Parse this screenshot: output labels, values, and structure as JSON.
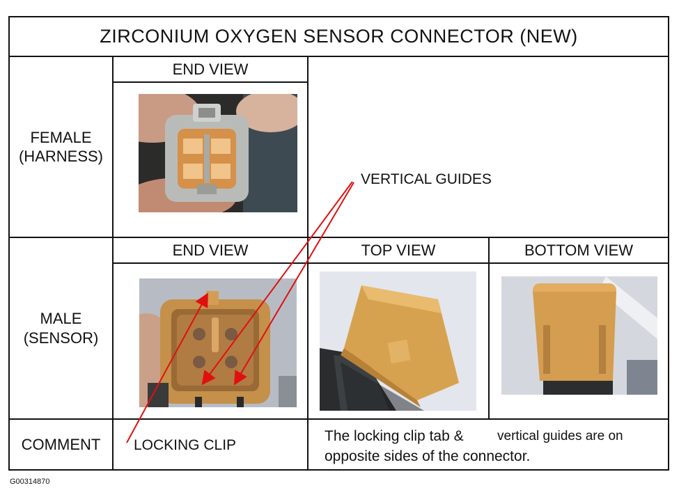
{
  "title": "ZIRCONIUM OXYGEN SENSOR CONNECTOR (NEW)",
  "rows": {
    "female": "FEMALE\n(HARNESS)",
    "male": "MALE\n(SENSOR)",
    "comment": "COMMENT"
  },
  "headers": {
    "female_end": "END VIEW",
    "male_end": "END VIEW",
    "male_top": "TOP VIEW",
    "male_bottom": "BOTTOM VIEW"
  },
  "callouts": {
    "vertical_guides": "VERTICAL GUIDES",
    "locking_clip": "LOCKING CLIP"
  },
  "comment_text": {
    "line1_a": "The locking clip tab &",
    "line1_b": "vertical guides are on",
    "line2": "opposite sides of the connector."
  },
  "figure_id": "G00314870",
  "colors": {
    "connector_orange": "#d8a04e",
    "arrow_red": "#e01010",
    "housing_grey": "#b9bbb8"
  }
}
